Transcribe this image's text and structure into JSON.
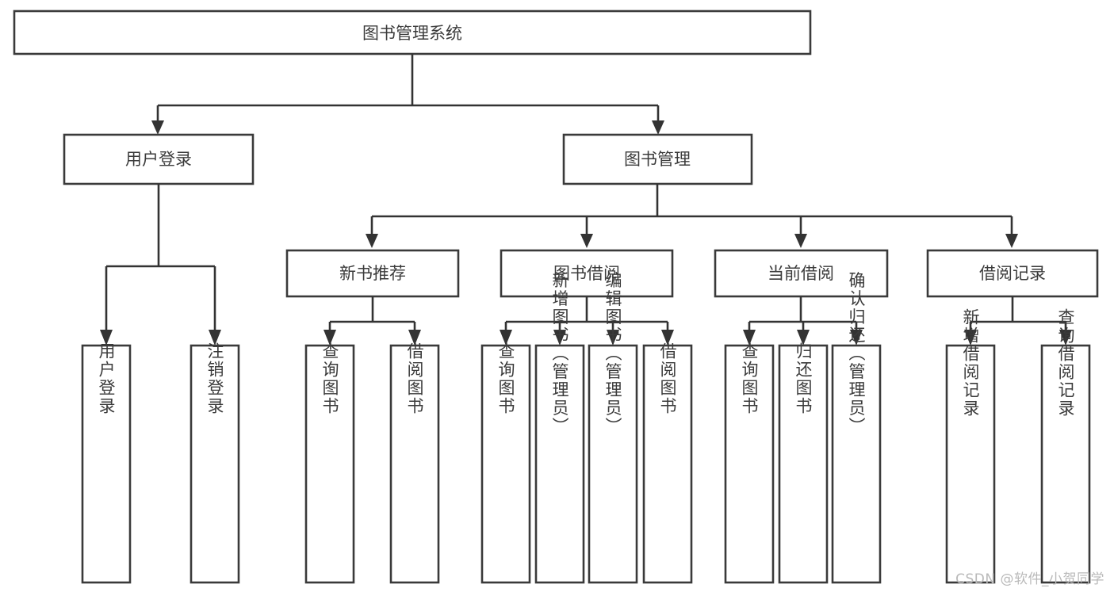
{
  "diagram": {
    "title": "图书管理系统",
    "type": "tree",
    "watermark": "CSDN @软件_小贺同学",
    "colors": {
      "box_stroke": "#3a3a3a",
      "box_fill": "#ffffff",
      "connector": "#333333",
      "text": "#3b3b3b",
      "watermark": "#b9b9b9",
      "background": "#ffffff"
    },
    "root": {
      "label": "图书管理系统"
    },
    "level2": [
      {
        "id": "user-login",
        "label": "用户登录"
      },
      {
        "id": "book-management",
        "label": "图书管理"
      }
    ],
    "level3": [
      {
        "id": "new-book-recommend",
        "label": "新书推荐",
        "parent": "book-management"
      },
      {
        "id": "book-borrow",
        "label": "图书借阅",
        "parent": "book-management"
      },
      {
        "id": "current-borrow",
        "label": "当前借阅",
        "parent": "book-management"
      },
      {
        "id": "borrow-record",
        "label": "借阅记录",
        "parent": "book-management"
      }
    ],
    "leaves": {
      "user-login": [
        {
          "id": "leaf-user-login",
          "label": "用户登录"
        },
        {
          "id": "leaf-user-logout",
          "label": "注销登录"
        }
      ],
      "new-book-recommend": [
        {
          "id": "leaf-query-book-1",
          "label": "查询图书"
        },
        {
          "id": "leaf-borrow-book-1",
          "label": "借阅图书"
        }
      ],
      "book-borrow": [
        {
          "id": "leaf-query-book-2",
          "label": "查询图书"
        },
        {
          "id": "leaf-add-book",
          "label": "新增图书（管理员）"
        },
        {
          "id": "leaf-edit-book",
          "label": "编辑图书（管理员）"
        },
        {
          "id": "leaf-borrow-book-2",
          "label": "借阅图书"
        }
      ],
      "current-borrow": [
        {
          "id": "leaf-query-book-3",
          "label": "查询图书"
        },
        {
          "id": "leaf-return-book",
          "label": "归还图书"
        },
        {
          "id": "leaf-confirm-return",
          "label": "确认归还（管理员）"
        }
      ],
      "borrow-record": [
        {
          "id": "leaf-add-record",
          "label": "新增借阅记录"
        },
        {
          "id": "leaf-query-record",
          "label": "查询借阅记录"
        }
      ]
    }
  }
}
